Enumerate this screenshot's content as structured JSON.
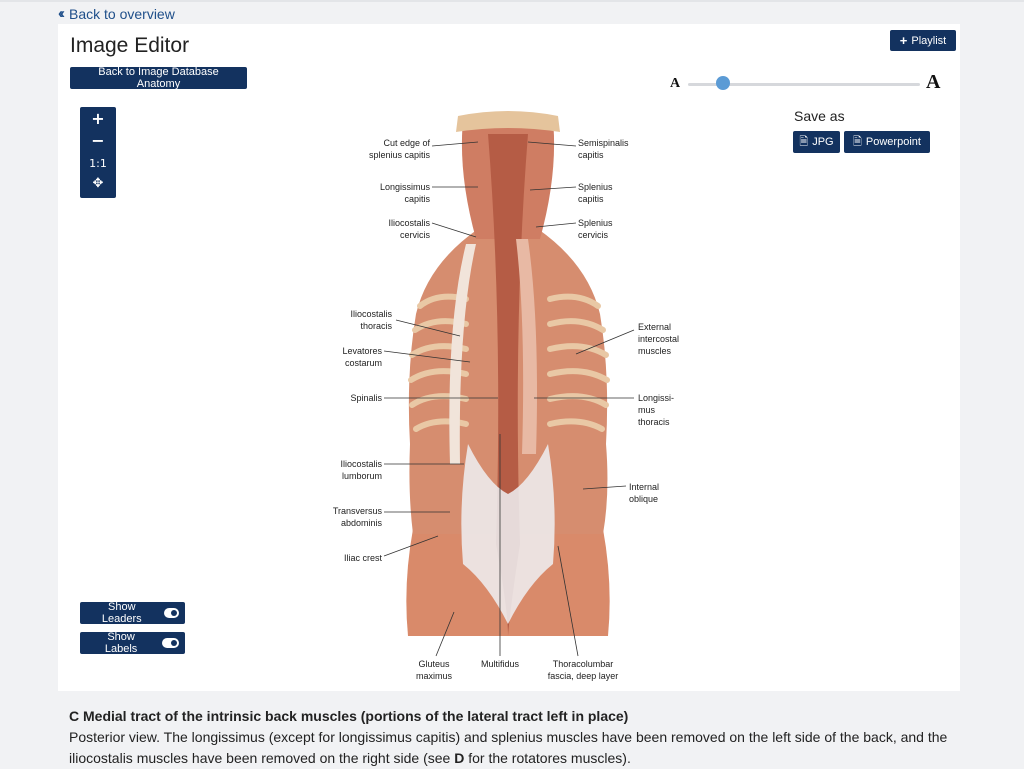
{
  "nav": {
    "back_overview": "Back to overview"
  },
  "editor": {
    "title": "Image Editor",
    "playlist_label": "Playlist",
    "back_db_label": "Back to Image Database Anatomy",
    "font_small_glyph": "A",
    "font_large_glyph": "A",
    "font_size_level": 0.15,
    "save_as": "Save as",
    "jpg_label": "JPG",
    "ppt_label": "Powerpoint",
    "zoom": {
      "plus": "+",
      "minus": "−",
      "reset": "1:1",
      "move": "✥"
    },
    "show_leaders": "Show Leaders",
    "show_labels": "Show Labels",
    "leaders_on": true,
    "labels_on": true
  },
  "figure": {
    "labels": {
      "cut_edge_1": "Cut edge of",
      "cut_edge_2": "splenius capitis",
      "semispinalis_1": "Semispinalis",
      "semispinalis_2": "capitis",
      "longissimus_cap_1": "Longissimus",
      "longissimus_cap_2": "capitis",
      "splenius_cap_1": "Splenius",
      "splenius_cap_2": "capitis",
      "iliocost_cerv_1": "Iliocostalis",
      "iliocost_cerv_2": "cervicis",
      "splenius_cerv_1": "Splenius",
      "splenius_cerv_2": "cervicis",
      "iliocost_thor_1": "Iliocostalis",
      "iliocost_thor_2": "thoracis",
      "ext_intercostal_1": "External",
      "ext_intercostal_2": "intercostal",
      "ext_intercostal_3": "muscles",
      "levatores_1": "Levatores",
      "levatores_2": "costarum",
      "spinalis": "Spinalis",
      "longissimus_thor_1": "Longissi-",
      "longissimus_thor_2": "mus",
      "longissimus_thor_3": "thoracis",
      "iliocost_lumb_1": "Iliocostalis",
      "iliocost_lumb_2": "lumborum",
      "internal_oblique_1": "Internal",
      "internal_oblique_2": "oblique",
      "transversus_1": "Transversus",
      "transversus_2": "abdominis",
      "iliac_crest": "Iliac crest",
      "gluteus_1": "Gluteus",
      "gluteus_2": "maximus",
      "multifidus": "Multifidus",
      "thoracolumbar_1": "Thoracolumbar",
      "thoracolumbar_2": "fascia, deep layer"
    }
  },
  "caption": {
    "title": "C Medial tract of the intrinsic back muscles (portions of the lateral tract left in place)",
    "text_before": "Posterior view. The longissimus (except for longissimus capitis) and splenius muscles have been removed on the left side of the back, and the iliocostalis muscles have been removed on the right side (see ",
    "text_bold": "D",
    "text_after": " for the rotatores muscles)."
  },
  "colors": {
    "brand_dark": "#13325f",
    "link": "#1f4f8a",
    "slider_thumb": "#5b9bd5",
    "muscle": "#d98a6a",
    "fascia": "#e6e8ec"
  }
}
